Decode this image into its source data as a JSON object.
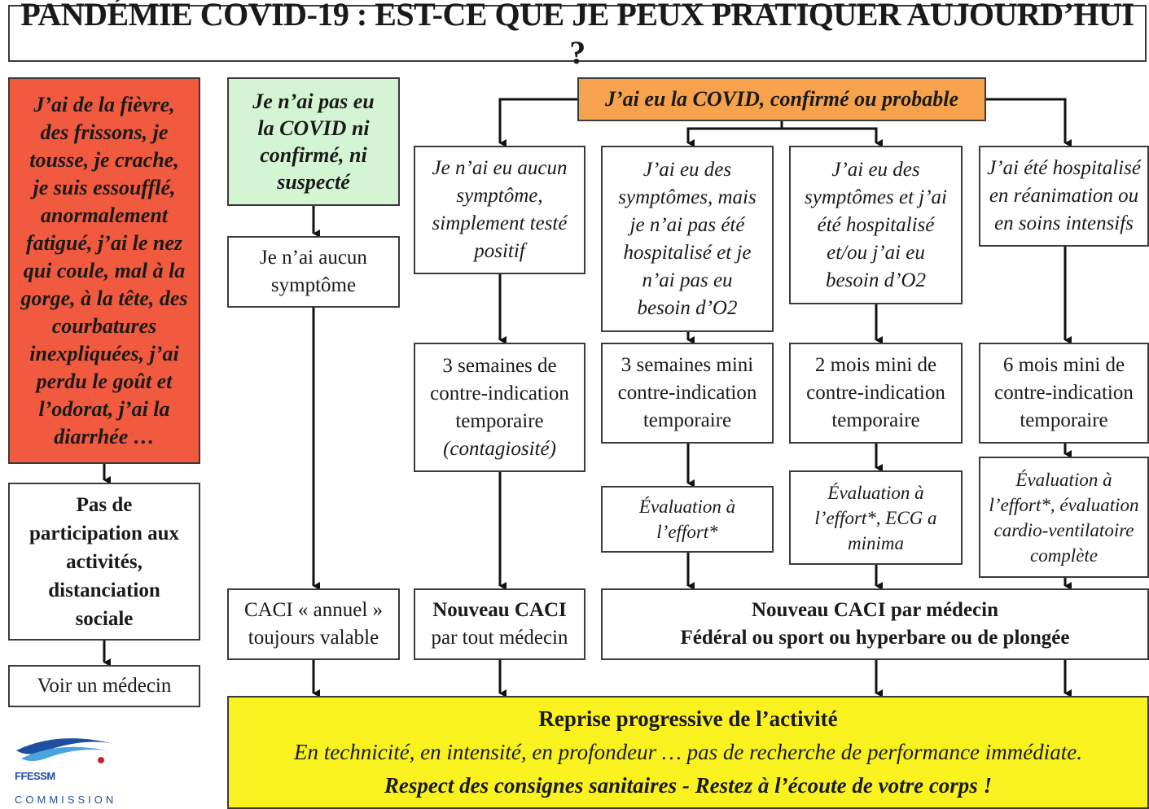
{
  "title": "PANDÉMIE COVID-19 : EST-CE QUE JE PEUX PRATIQUER AUJOURD’HUI ?",
  "left": {
    "symptoms": "J’ai de la fièvre, des frissons, je tousse, je crache, je suis essoufflé, anormalement fatigué, j’ai le nez qui coule, mal à la gorge, à la tête, des courbatures inexpliquées, j’ai perdu le goût et l’odorat, j’ai la diarrhée …",
    "no_participation": "Pas de participation aux activités, distanciation sociale",
    "see_doctor": "Voir un médecin"
  },
  "no_covid": {
    "header": "Je n’ai pas eu la COVID ni confirmé, ni suspecté",
    "no_symptom": "Je n’ai aucun symptôme",
    "caci": "CACI « annuel » toujours valable"
  },
  "covid": {
    "header": "J’ai eu la COVID, confirmé ou probable",
    "cases": [
      "Je n’ai eu aucun symptôme, simplement testé positif",
      "J’ai eu des symptômes, mais je n’ai pas été hospitalisé et je n’ai pas eu besoin d’O2",
      "J’ai eu des symptômes et j’ai été hospitalisé et/ou j’ai eu besoin d’O2",
      "J’ai été hospitalisé en réanimation ou en soins intensifs"
    ],
    "contraindications": [
      "3 semaines de contre-indication temporaire",
      "3 semaines mini contre-indication temporaire",
      "2 mois mini de contre-indication temporaire",
      "6 mois mini de contre-indication temporaire"
    ],
    "contagiosity": "(contagiosité)",
    "evaluations": [
      "Évaluation à l’effort*",
      "Évaluation à l’effort*, ECG a minima",
      "Évaluation à l’effort*, évaluation cardio-ventilatoire complète"
    ],
    "caci_new_title": "Nouveau CACI",
    "caci_new_sub": "par tout médecin",
    "caci_doctor_title": "Nouveau CACI par médecin",
    "caci_doctor_sub": "Fédéral ou sport ou hyperbare ou de plongée"
  },
  "resume": {
    "title": "Reprise progressive de l’activité",
    "line2": "En technicité, en intensité, en profondeur … pas de recherche de performance immédiate.",
    "line3": "Respect des consignes sanitaires - Restez à l’écoute de votre corps !"
  },
  "logo": {
    "name": "FFESSM",
    "sub": "COMMISSION"
  },
  "colors": {
    "symptoms_bg": "#f15a3e",
    "no_covid_bg": "#d4f5d4",
    "covid_header_bg": "#f7a24c",
    "resume_bg": "#faf21f",
    "logo_blue": "#1f4fa0",
    "logo_red": "#d0202a"
  }
}
